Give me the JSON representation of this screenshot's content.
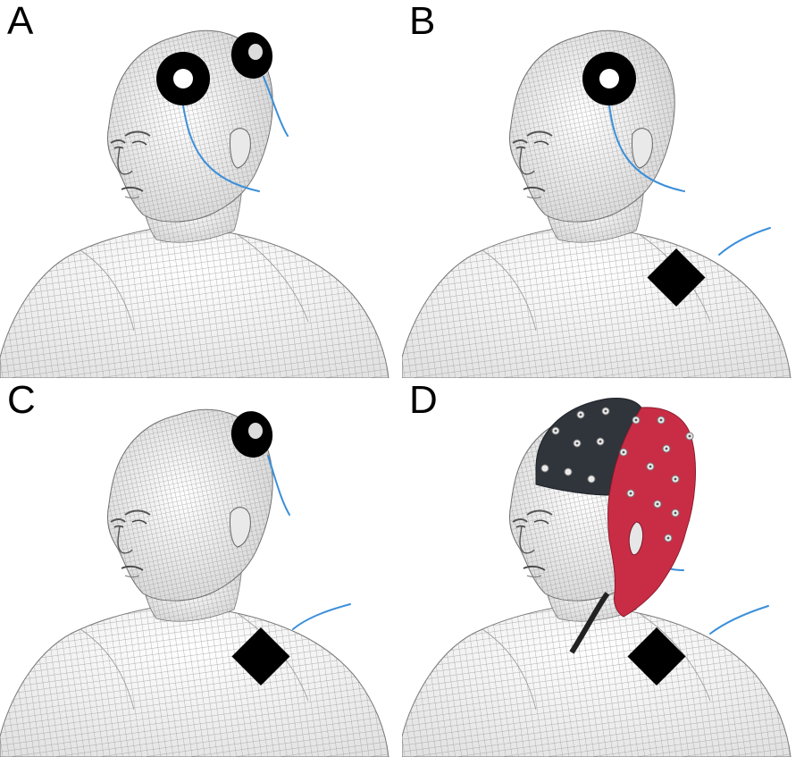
{
  "panels": [
    {
      "label": "A",
      "electrodes": [
        "forehead-ring",
        "scalp-ring"
      ]
    },
    {
      "label": "B",
      "electrodes": [
        "forehead-ring",
        "shoulder-pad"
      ]
    },
    {
      "label": "C",
      "electrodes": [
        "scalp-ring",
        "shoulder-pad"
      ]
    },
    {
      "label": "D",
      "electrodes": [
        "eeg-cap",
        "shoulder-pad"
      ]
    }
  ],
  "colors": {
    "wire_lead": "#3b8fd9",
    "electrode": "#000000",
    "cap_red": "#c92d45",
    "cap_dark": "#30343b",
    "mesh_line": "#8a8a8a"
  }
}
